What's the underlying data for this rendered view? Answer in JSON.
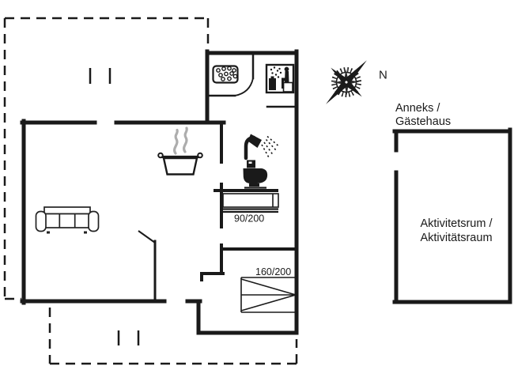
{
  "page": {
    "background": "#ffffff"
  },
  "plan": {
    "compass": {
      "north_label": "N"
    },
    "annex": {
      "title_line1": "Anneks /",
      "title_line2": "Gästehaus",
      "room_label_line1": "Aktivitetsrum /",
      "room_label_line2": "Aktivitätsraum"
    },
    "beds": {
      "single_bed_size": "90/200",
      "double_bed_size": "160/200"
    },
    "icons": [
      "compass-rose",
      "whirlpool",
      "sauna",
      "shower",
      "toilet",
      "cooking-pot",
      "steam",
      "sofa",
      "single-bed",
      "double-bed"
    ],
    "colors": {
      "wall": "#1a1a1a",
      "steam": "#adadad",
      "background": "#ffffff"
    }
  }
}
